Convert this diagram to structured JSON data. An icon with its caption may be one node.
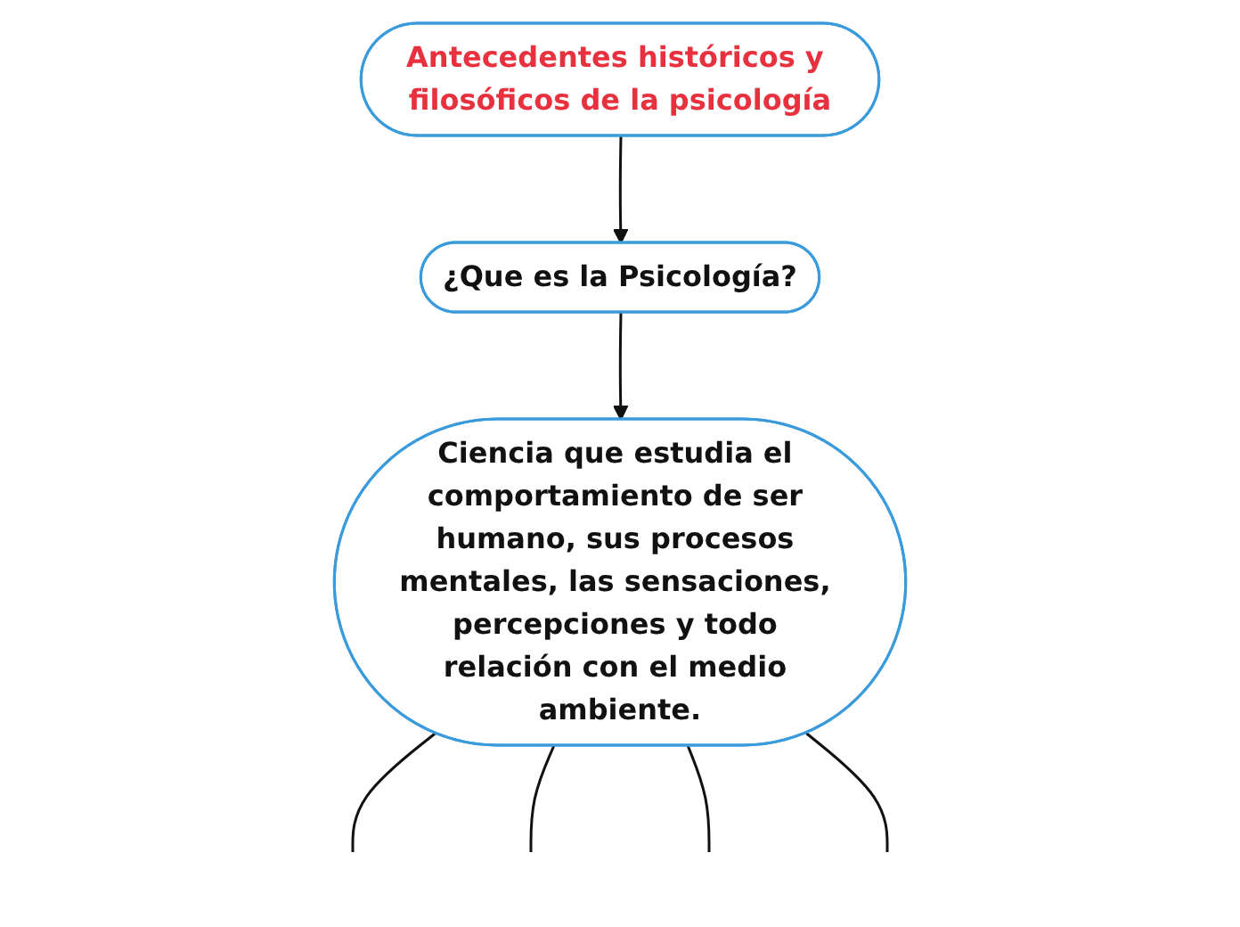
{
  "diagram": {
    "nodes": [
      {
        "text": [
          "Antecedentes históricos y filosóficos de la psicología"
        ]
      },
      {
        "text": [
          "¿Que es la Psicología?"
        ]
      },
      {
        "text": [
          "Ciencia que estudia el comportamiento de ser humano, sus procesos mentales, las sensaciones, percepciones y todo relación con el medio ambiente."
        ]
      }
    ],
    "edges": [
      {
        "from": 0,
        "to": 1,
        "arrow": "to"
      },
      {
        "from": 1,
        "to": 2,
        "arrow": "to"
      },
      {
        "from": 2,
        "to": null,
        "arrow": "none"
      },
      {
        "from": 2,
        "to": null,
        "arrow": "none"
      },
      {
        "from": 2,
        "to": null,
        "arrow": "none"
      },
      {
        "from": 2,
        "to": null,
        "arrow": "none"
      }
    ]
  }
}
